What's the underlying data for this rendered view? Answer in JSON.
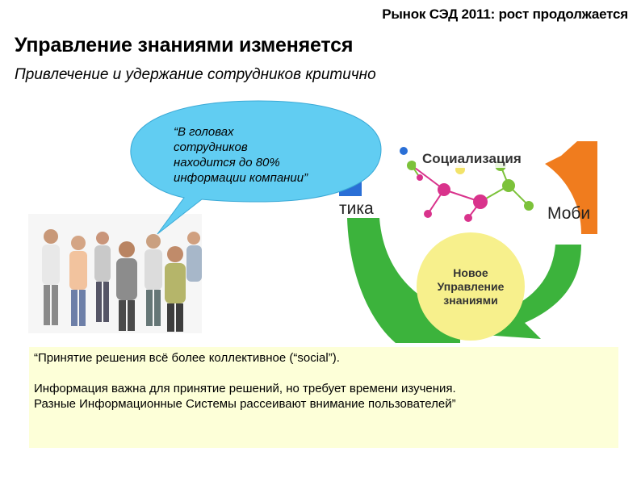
{
  "header": {
    "top_right_title": "Рынок СЭД 2011: рост продолжается",
    "title": "Управление знаниями изменяется",
    "subtitle": "Привлечение и удержание сотрудников критично"
  },
  "callout": {
    "line1": "“В головах",
    "line2": "сотрудников",
    "line3": "находится до 80%",
    "line4": "информации компании”"
  },
  "diagram": {
    "left_label": "тика",
    "top_label": "Социализация",
    "right_label": "Моби",
    "center_line1": "Новое",
    "center_line2": "Управление",
    "center_line3": "знаниями",
    "colors": {
      "green": "#3cb33c",
      "orange": "#f07c1e",
      "blue": "#2a6fd6",
      "yellow_circle": "#f7f08c",
      "network_magenta": "#d9338c",
      "network_green": "#7cc23a"
    }
  },
  "quote": {
    "paragraph1": "“Принятие решения всё более коллективное (“social”).",
    "paragraph2_line1": "Информация важна для принятие решений, но требует времени изучения.",
    "paragraph2_line2": "Разные Информационные Системы рассеивают внимание пользователей”"
  }
}
